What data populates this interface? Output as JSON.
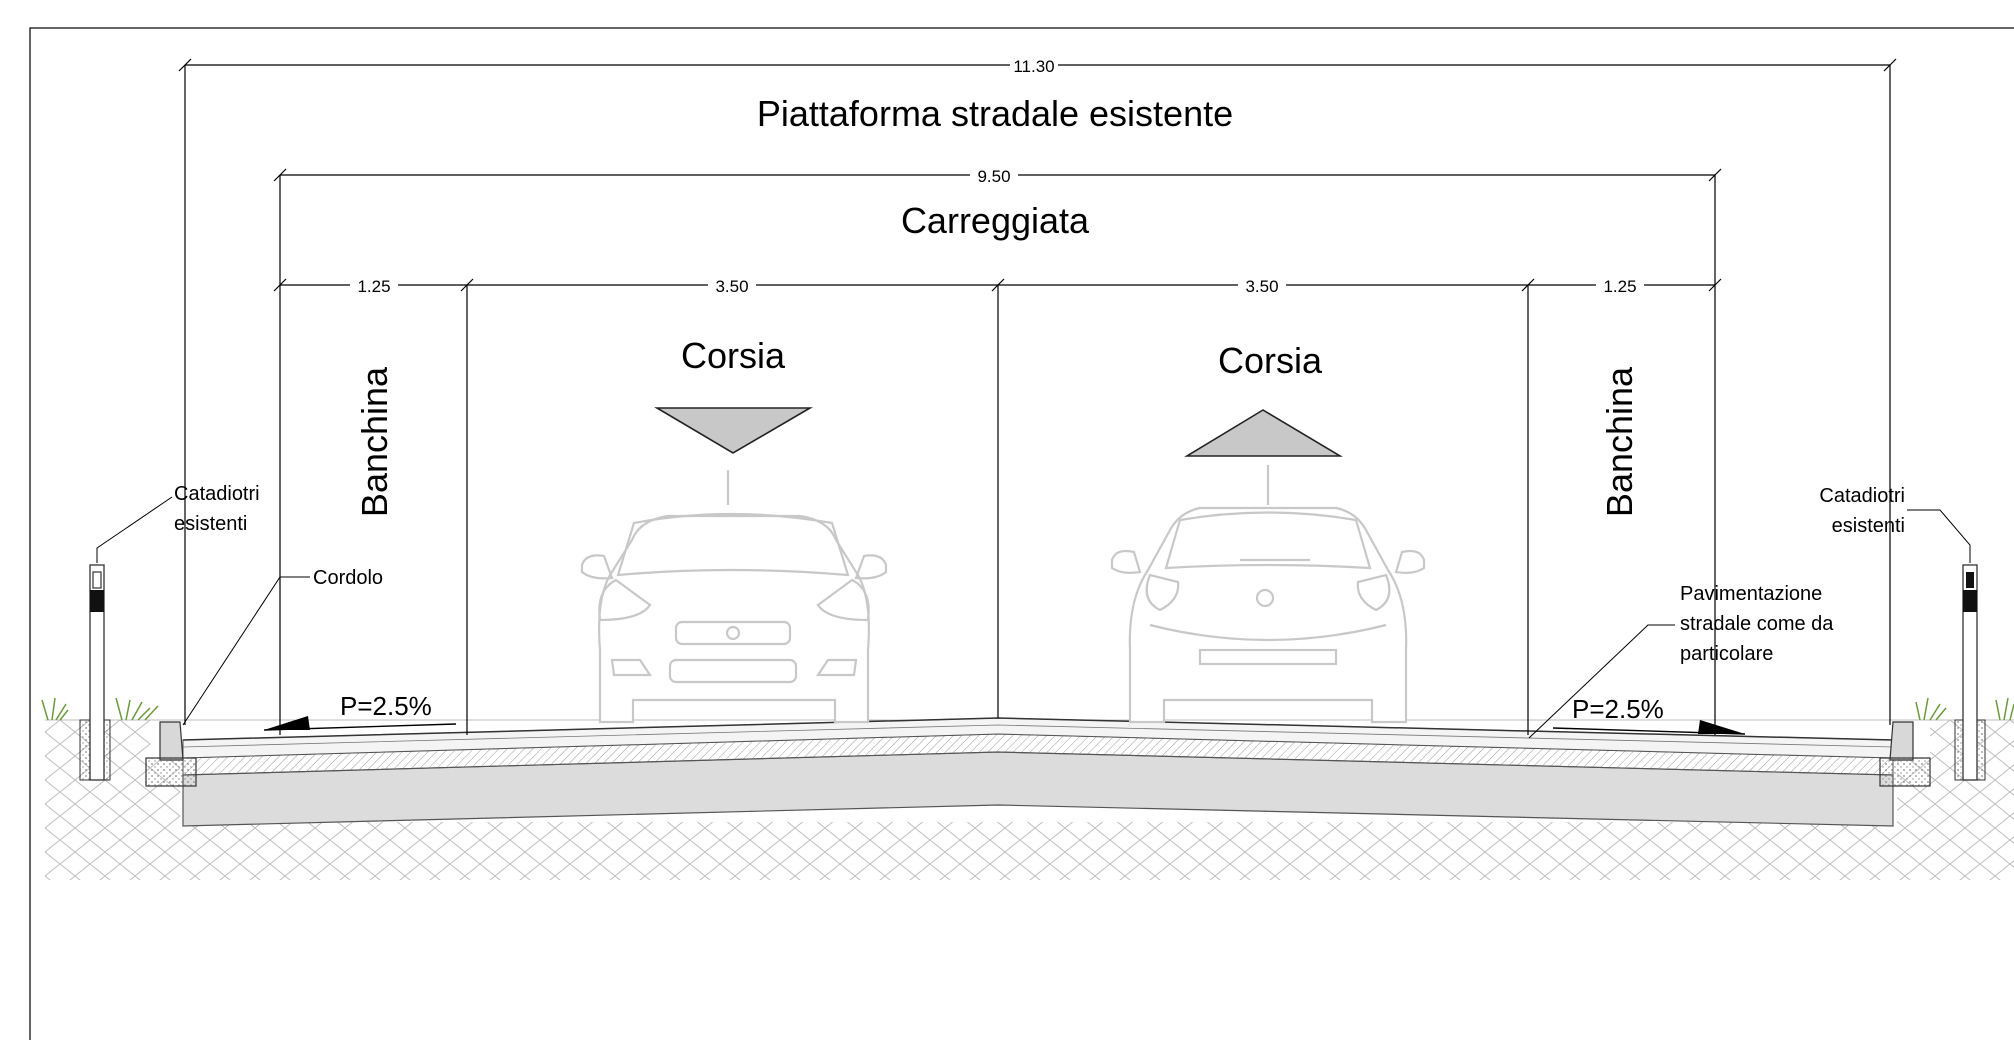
{
  "dimensions": {
    "overall": "11.30",
    "carriageway": "9.50",
    "left_shoulder": "1.25",
    "left_lane": "3.50",
    "right_lane": "3.50",
    "right_shoulder": "1.25"
  },
  "titles": {
    "platform": "Piattaforma stradale esistente",
    "carriageway": "Carreggiata"
  },
  "lanes": {
    "left": "Corsia",
    "right": "Corsia"
  },
  "shoulders": {
    "left": "Banchina",
    "right": "Banchina"
  },
  "annotations": {
    "reflectors_left_1": "Catadiotri",
    "reflectors_left_2": "esistenti",
    "reflectors_right_1": "Catadiotri",
    "reflectors_right_2": "esistenti",
    "curb": "Cordolo",
    "pavement_1": "Pavimentazione",
    "pavement_2": "stradale come da",
    "pavement_3": "particolare"
  },
  "slopes": {
    "left": "P=2.5%",
    "right": "P=2.5%"
  },
  "colors": {
    "line": "#000000",
    "car": "#c8c8c8",
    "road_base": "#dcdcdc",
    "triangle": "#c8c8c8",
    "grass": "#6a9a3a"
  }
}
